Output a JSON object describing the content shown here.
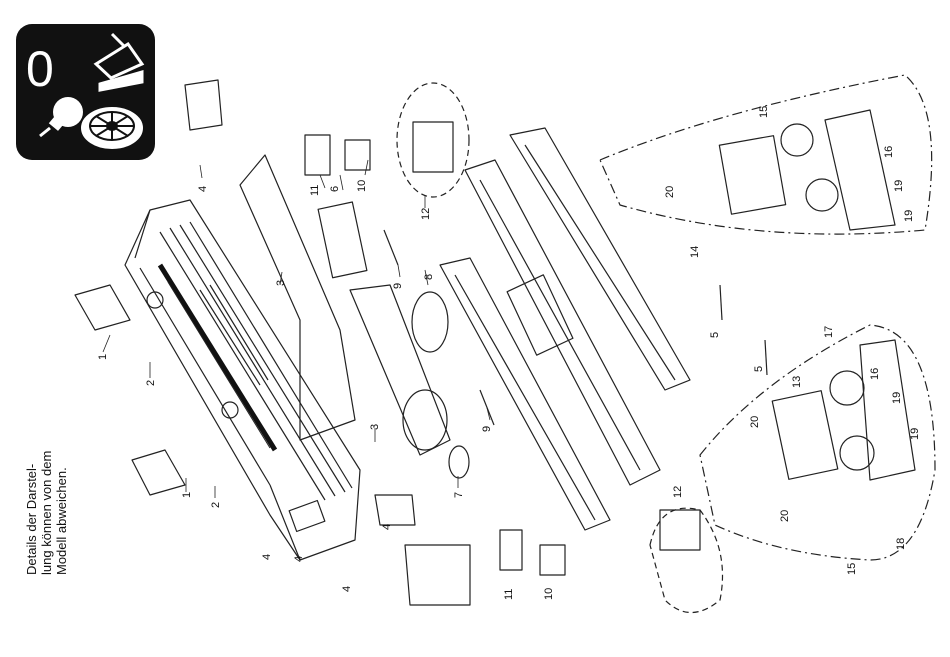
{
  "note": {
    "lines": [
      "Details der Darstel-",
      "lung können von dem",
      "Modell abweichen."
    ]
  },
  "icon": {
    "digit": "0",
    "symbols": [
      "ballast-tipper-icon",
      "light-bulb-icon",
      "turntable-icon"
    ],
    "background_color": "#111111",
    "foreground_color": "#ffffff"
  },
  "callouts": [
    {
      "id": "c4a",
      "label": "4"
    },
    {
      "id": "c11a",
      "label": "11"
    },
    {
      "id": "c6",
      "label": "6"
    },
    {
      "id": "c10a",
      "label": "10"
    },
    {
      "id": "c12a",
      "label": "12"
    },
    {
      "id": "c3a",
      "label": "3"
    },
    {
      "id": "c9a",
      "label": "9"
    },
    {
      "id": "c8",
      "label": "8"
    },
    {
      "id": "c1a",
      "label": "1"
    },
    {
      "id": "c2a",
      "label": "2"
    },
    {
      "id": "c3b",
      "label": "3"
    },
    {
      "id": "c9b",
      "label": "9"
    },
    {
      "id": "c7",
      "label": "7"
    },
    {
      "id": "c1b",
      "label": "1"
    },
    {
      "id": "c2b",
      "label": "2"
    },
    {
      "id": "c4b",
      "label": "4"
    },
    {
      "id": "c4c",
      "label": "4"
    },
    {
      "id": "c4d",
      "label": "4"
    },
    {
      "id": "c4e",
      "label": "4"
    },
    {
      "id": "c11b",
      "label": "11"
    },
    {
      "id": "c10b",
      "label": "10"
    },
    {
      "id": "c12b",
      "label": "12"
    },
    {
      "id": "c15a",
      "label": "15"
    },
    {
      "id": "c20a",
      "label": "20"
    },
    {
      "id": "c16a",
      "label": "16"
    },
    {
      "id": "c19a",
      "label": "19"
    },
    {
      "id": "c19b",
      "label": "19"
    },
    {
      "id": "c14",
      "label": "14"
    },
    {
      "id": "c5a",
      "label": "5"
    },
    {
      "id": "c5b",
      "label": "5"
    },
    {
      "id": "c13",
      "label": "13"
    },
    {
      "id": "c17",
      "label": "17"
    },
    {
      "id": "c16b",
      "label": "16"
    },
    {
      "id": "c19c",
      "label": "19"
    },
    {
      "id": "c19d",
      "label": "19"
    },
    {
      "id": "c20b",
      "label": "20"
    },
    {
      "id": "c20c",
      "label": "20"
    },
    {
      "id": "c18",
      "label": "18"
    },
    {
      "id": "c15b",
      "label": "15"
    }
  ]
}
